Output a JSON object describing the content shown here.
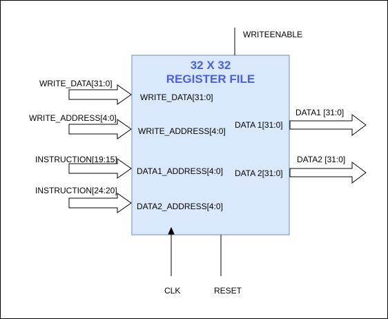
{
  "block": {
    "title_line1": "32 X 32",
    "title_line2": "REGISTER FILE",
    "fill": "#dae8fc",
    "stroke": "#6c8ebf",
    "title_color": "#4b5fe0"
  },
  "top_signal": "WRITEENABLE",
  "inputs": [
    {
      "external": "WRITE_DATA[31:0]",
      "port": "WRITE_DATA[31:0]"
    },
    {
      "external": "WRITE_ADDRESS[4:0]",
      "port": "WRITE_ADDRESS[4:0]"
    },
    {
      "external": "INSTRUCTION[19:15]",
      "port": "DATA1_ADDRESS[4:0]"
    },
    {
      "external": "INSTRUCTION[24:20]",
      "port": "DATA2_ADDRESS[4:0]"
    }
  ],
  "outputs": [
    {
      "port": "DATA 1[31:0]",
      "external": "DATA1 [31:0]"
    },
    {
      "port": "DATA 2[31:0]",
      "external": "DATA2 [31:0]"
    }
  ],
  "bottom_signals": {
    "clk": "CLK",
    "reset": "RESET"
  }
}
